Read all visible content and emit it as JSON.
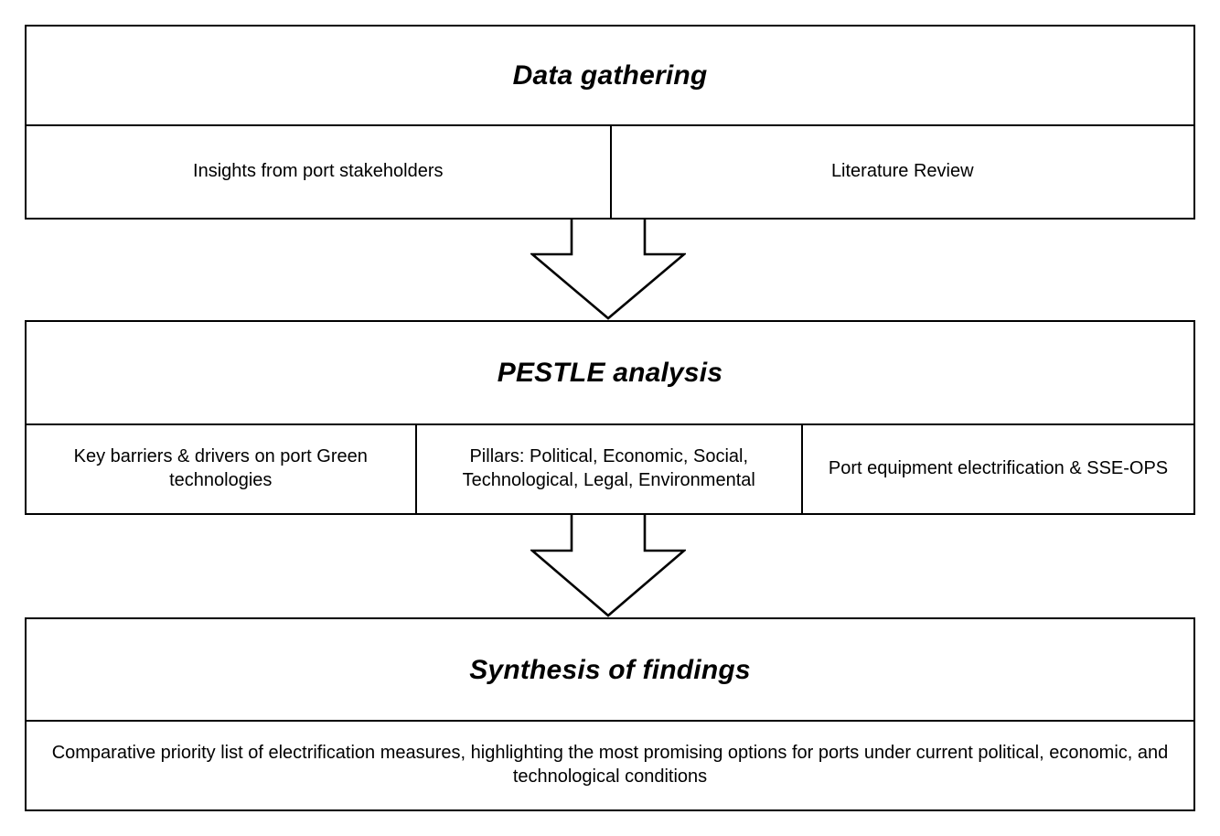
{
  "diagram": {
    "type": "flowchart",
    "title": "Research methodology flowchart",
    "orientation": "vertical-top-down",
    "stroke_color": "#000000",
    "fill_color": "#FFFFFF",
    "text_color": "#000000"
  },
  "stages": [
    {
      "id": "data-gathering",
      "title": "Data gathering",
      "cells": [
        {
          "id": "insights",
          "text": "Insights from port stakeholders"
        },
        {
          "id": "literature",
          "text": "Literature Review"
        }
      ]
    },
    {
      "id": "pestle",
      "title": "PESTLE analysis",
      "cells": [
        {
          "id": "barriers",
          "text": "Key barriers & drivers on port Green technologies"
        },
        {
          "id": "pillars",
          "text": "Pillars: Political, Economic, Social, Technological, Legal, Environmental"
        },
        {
          "id": "equipment",
          "text": "Port equipment electrification & SSE-OPS"
        }
      ]
    },
    {
      "id": "synthesis",
      "title": "Synthesis of findings",
      "cells": [
        {
          "id": "comparative",
          "text": "Comparative priority list of electrification measures, highlighting the most promising options for ports under current political, economic, and technological conditions"
        }
      ]
    }
  ],
  "connectors": [
    {
      "id": "arrow-data-to-pestle",
      "icon": "down-block-arrow-icon",
      "from": "data-gathering",
      "to": "pestle"
    },
    {
      "id": "arrow-pestle-to-synthesis",
      "icon": "down-block-arrow-icon",
      "from": "pestle",
      "to": "synthesis"
    }
  ]
}
